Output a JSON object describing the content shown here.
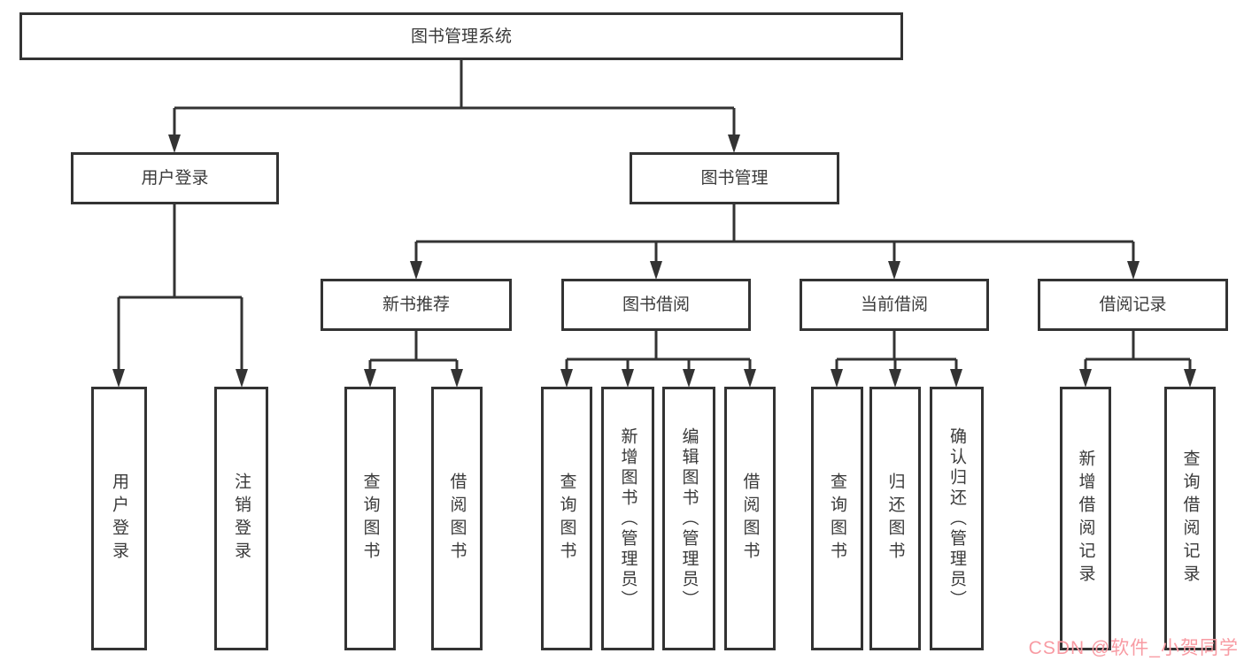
{
  "diagram": {
    "type": "hierarchy-tree",
    "root": {
      "label": "图书管理系统"
    },
    "level2": [
      {
        "label": "用户登录"
      },
      {
        "label": "图书管理"
      }
    ],
    "level3": [
      {
        "label": "新书推荐"
      },
      {
        "label": "图书借阅"
      },
      {
        "label": "当前借阅"
      },
      {
        "label": "借阅记录"
      }
    ],
    "leaves": {
      "user_login": [
        {
          "label": "用户登录"
        },
        {
          "label": "注销登录"
        }
      ],
      "new_book_recommendation": [
        {
          "label": "查询图书"
        },
        {
          "label": "借阅图书"
        }
      ],
      "book_borrowing": [
        {
          "label": "查询图书"
        },
        {
          "label": "新增图书（管理员）"
        },
        {
          "label": "编辑图书（管理员）"
        },
        {
          "label": "借阅图书"
        }
      ],
      "current_borrowing": [
        {
          "label": "查询图书"
        },
        {
          "label": "归还图书"
        },
        {
          "label": "确认归还（管理员）"
        }
      ],
      "borrowing_records": [
        {
          "label": "新增借阅记录"
        },
        {
          "label": "查询借阅记录"
        }
      ]
    },
    "watermark": "CSDN @软件_小贺同学",
    "colors": {
      "line": "#333333",
      "text": "#3a3a3a",
      "watermark": "#f89ba3",
      "background": "#ffffff"
    }
  }
}
